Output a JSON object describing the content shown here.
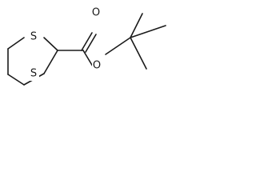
{
  "molecule": {
    "atoms": {
      "ring_sulfur_top": "S",
      "ring_sulfur_bottom": "S",
      "carbonyl_oxygen": "O",
      "ester_oxygen": "O"
    }
  },
  "colors": {
    "bond": "#1a1a1a",
    "background": "#ffffff"
  }
}
